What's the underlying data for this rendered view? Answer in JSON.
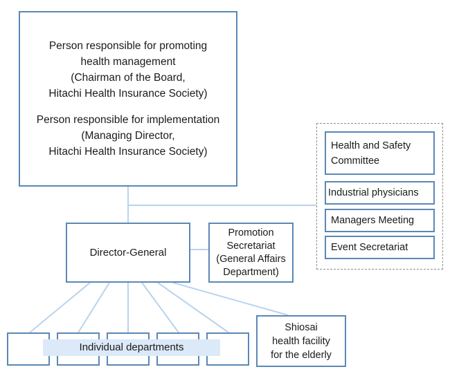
{
  "top_box": {
    "promoting": {
      "line1": "Person responsible for promoting",
      "line2": "health management",
      "line3": "(Chairman of the Board,",
      "line4": "Hitachi Health Insurance Society)"
    },
    "implementation": {
      "line1": "Person responsible for implementation",
      "line2": "(Managing Director,",
      "line3": "Hitachi Health Insurance Society)"
    }
  },
  "side_group": {
    "health_safety": {
      "line1": "Health and Safety",
      "line2": "Committee"
    },
    "industrial_physicians": "Industrial physicians",
    "managers_meeting": "Managers Meeting",
    "event_secretariat": "Event Secretariat"
  },
  "director_general": "Director-General",
  "promotion_secretariat": {
    "line1": "Promotion",
    "line2": "Secretariat",
    "line3": "(General Affairs",
    "line4": "Department)"
  },
  "individual_departments": "Individual departments",
  "shiosai": {
    "line1": "Shiosai",
    "line2": "health facility",
    "line3": "for the elderly"
  },
  "colors": {
    "box_border": "#5b87b5",
    "connector": "#b8d3ee",
    "label_fill": "#dbe9f8",
    "dashed_border": "#8c8c8c"
  }
}
